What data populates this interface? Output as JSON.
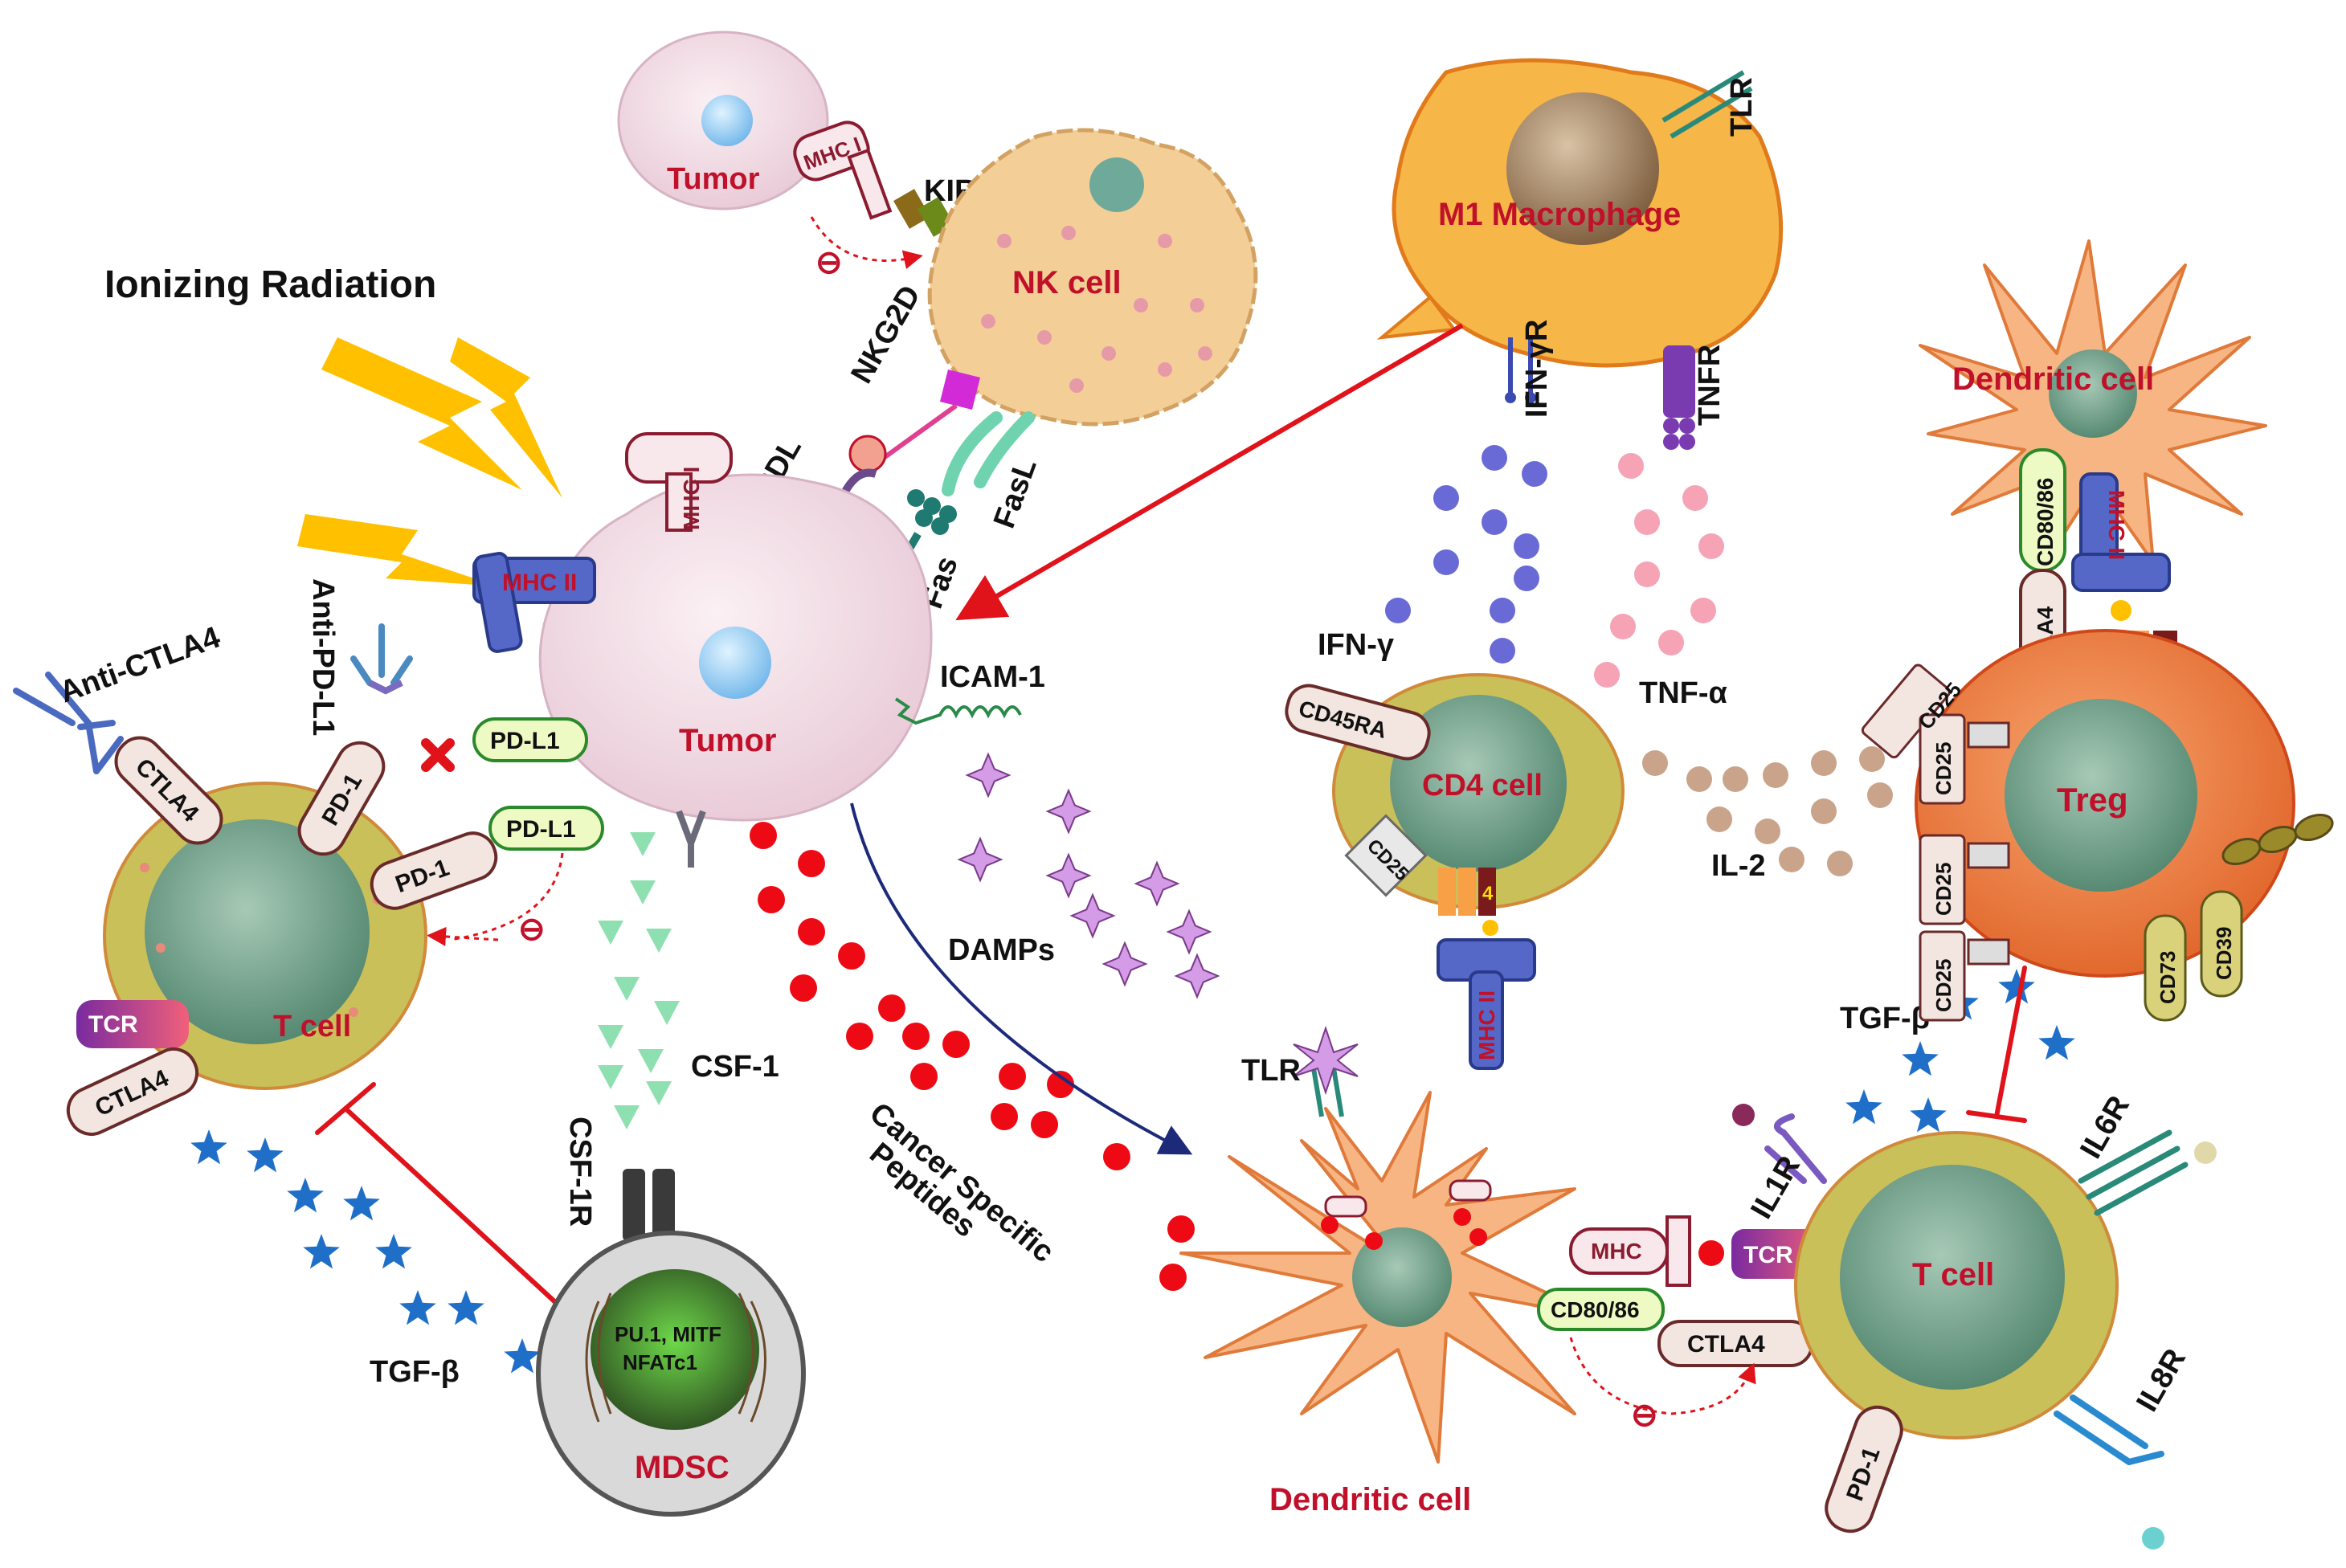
{
  "title": "Ionizing Radiation",
  "cells": {
    "tumor_main": "Tumor",
    "tumor_small": "Tumor",
    "nk": "NK cell",
    "macrophage": "M1 Macrophage",
    "dendritic_top": "Dendritic cell",
    "dendritic_bottom": "Dendritic cell",
    "t_cell_left": "T cell",
    "t_cell_right": "T cell",
    "cd4": "CD4 cell",
    "treg": "Treg",
    "mdsc": "MDSC",
    "mdsc_nucleus_1": "PU.1, MITF",
    "mdsc_nucleus_2": "NFATc1"
  },
  "receptors": {
    "mhc_i_small": "MHC I",
    "kir": "KIR",
    "mhc_i_main": "MHC I",
    "mhc_ii_tumor": "MHC II",
    "nkg2dl": "NKG2DL",
    "nkg2d": "NKG2D",
    "fasl": "FasL",
    "fas": "Fas",
    "tlr_mac": "TLR",
    "ifngr": "IFN-γR",
    "tnfr": "TNFR",
    "icam": "ICAM-1",
    "pdl1_a": "PD-L1",
    "pdl1_b": "PD-L1",
    "pd1_a": "PD-1",
    "pd1_b": "PD-1",
    "ctla4_a": "CTLA4",
    "ctla4_b": "CTLA4",
    "tcr_left": "TCR",
    "anti_ctla4": "Anti-CTLA4",
    "anti_pdl1": "Anti-PD-L1",
    "csf1r": "CSF-1R",
    "cd45ra": "CD45RA",
    "cd25_cd4": "CD25",
    "mhc_ii_dc": "MHC II",
    "tlr_dc": "TLR",
    "cd80_top": "CD80/86",
    "ctla4_top": "CTLA4",
    "mhc_ii_top": "MHC II",
    "cd25_1": "CD25",
    "cd25_2": "CD25",
    "cd25_3": "CD25",
    "cd25_4": "CD25",
    "cd73": "CD73",
    "cd39": "CD39",
    "il1r": "IL1R",
    "il6r": "IL6R",
    "il8r": "IL8R",
    "mhc_dc": "MHC",
    "tcr_right": "TCR",
    "cd80_bottom": "CD80/86",
    "ctla4_bottom": "CTLA4",
    "pd1_right": "PD-1",
    "alpha": "α",
    "beta": "β",
    "four": "4"
  },
  "signals": {
    "ifng": "IFN-γ",
    "tnfa": "TNF-α",
    "il2": "IL-2",
    "damps": "DAMPs",
    "csf1": "CSF-1",
    "tgfb_left": "TGF-β",
    "tgfb_right": "TGF-β",
    "peptides_1": "Cancer Specific",
    "peptides_2": "Peptides",
    "inhibit_symbol": "⊖"
  },
  "colors": {
    "tumor": "#f1dde6",
    "nk": "#f3cf97",
    "macrophage": "#f7b648",
    "dendritic": "#f6b583",
    "tcell": "#c9c05a",
    "treg": "#ee7a3b",
    "mdsc": "#d9d9d9",
    "label_red": "#c0102a",
    "arrow_red": "#e0131b",
    "ifng_dot": "#6a6ad6",
    "tnfa_dot": "#f6a3b6",
    "il2_dot": "#c9a48a",
    "peptide_dot": "#ee0a14",
    "csf1_tri": "#8fe0b0",
    "tgfb_star": "#1f6fc9",
    "damps_star": "#d49be6",
    "lightning": "#ffc000"
  }
}
